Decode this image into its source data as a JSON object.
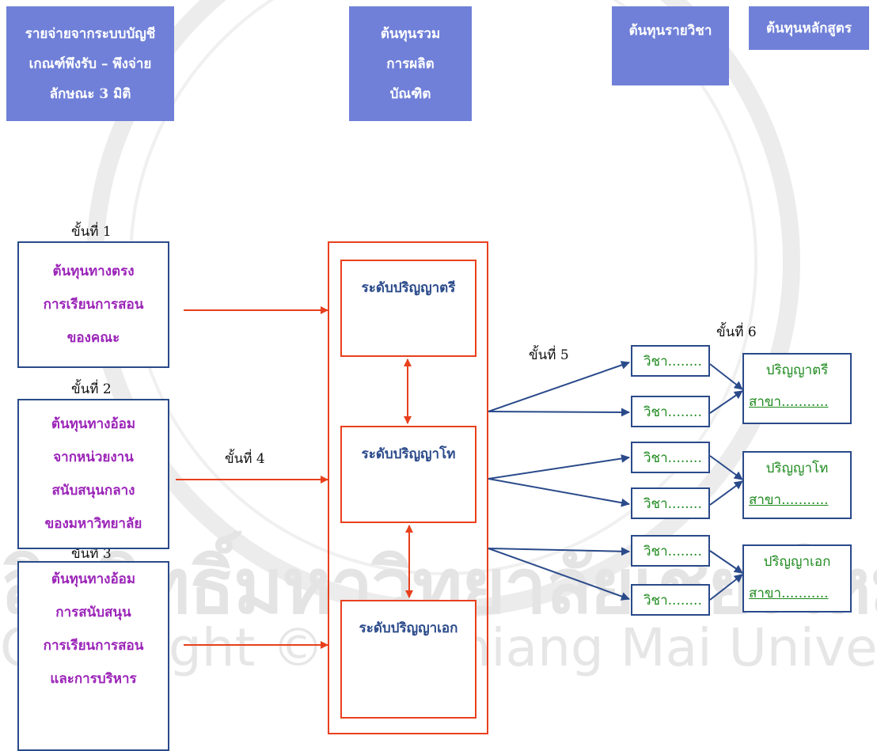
{
  "header": {
    "accounting_lines": [
      "รายจ่ายจากระบบบัญชี",
      "เกณฑ์พึงรับ – พึงจ่าย",
      "ลักษณะ 3 มิติ"
    ],
    "total_cost_lines": [
      "ต้นทุนรวม",
      "การผลิต",
      "บัณฑิต"
    ],
    "course_cost": "ต้นทุนรายวิชา",
    "curriculum_cost": "ต้นทุนหลักสูตร"
  },
  "steps": {
    "s1": "ขั้นที่ 1",
    "s2": "ขั้นที่ 2",
    "s3": "ขั้นที่ 3",
    "s4": "ขั้นที่ 4",
    "s5": "ขั้นที่ 5",
    "s6": "ขั้นที่ 6"
  },
  "cost_boxes": [
    [
      "ต้นทุนทางตรง",
      "การเรียนการสอน",
      "ของคณะ"
    ],
    [
      "ต้นทุนทางอ้อม",
      "จากหน่วยงาน",
      "สนับสนุนกลาง",
      "ของมหาวิทยาลัย"
    ],
    [
      "ต้นทุนทางอ้อม",
      "การสนับสนุน",
      "การเรียนการสอน",
      "และการบริหาร"
    ]
  ],
  "levels": [
    "ระดับปริญญาตรี",
    "ระดับปริญญาโท",
    "ระดับปริญญาเอก"
  ],
  "subject_label": "วิชา........",
  "degrees": [
    {
      "name": "ปริญญาตรี",
      "branch": "สาขา..........."
    },
    {
      "name": "ปริญญาโท",
      "branch": "สาขา..........."
    },
    {
      "name": "ปริญญาเอก",
      "branch": "สาขา..........."
    }
  ],
  "watermark_text": "ลิขสิทธิ์มหาวิทยาลัยเชียงใหม่",
  "watermark_copyright": "Copyright © by Chiang Mai University",
  "colors": {
    "header_fill": "#7080d8",
    "box_border_blue": "#2a4a8a",
    "cost_text_purple": "#9b24b8",
    "level_border_red": "#e8401c",
    "subject_text_green": "#1e8a1e",
    "arrow_red": "#e8401c",
    "arrow_blue": "#2a4a8a"
  }
}
